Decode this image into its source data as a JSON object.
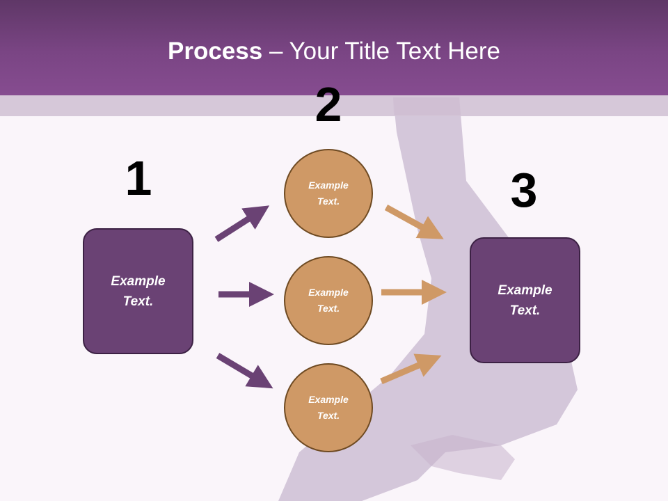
{
  "title": {
    "bold": "Process",
    "rest": " – Your Title Text Here"
  },
  "steps": {
    "one": "1",
    "two": "2",
    "three": "3"
  },
  "left_box": "Example\nText.",
  "right_box": "Example\nText.",
  "circles": [
    "Example\nText.",
    "Example\nText.",
    "Example\nText."
  ],
  "colors": {
    "header": "#7a4584",
    "box_fill": "#6a4274",
    "circle_fill": "#cf9966",
    "arrow_purple": "#6a4274",
    "arrow_tan": "#cf9966"
  }
}
